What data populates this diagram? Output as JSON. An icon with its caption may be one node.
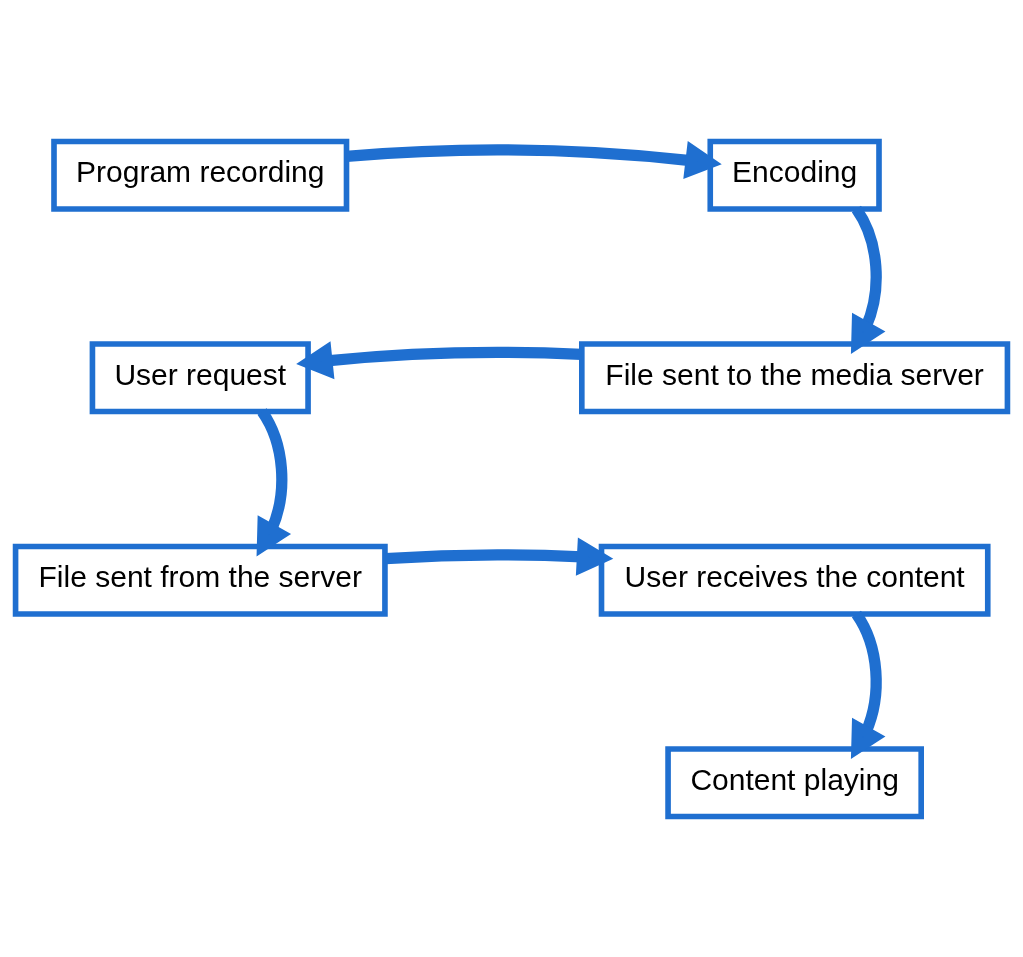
{
  "diagram": {
    "nodes": [
      {
        "text": [
          "Program recording"
        ]
      },
      {
        "text": [
          "Encoding"
        ]
      },
      {
        "text": [
          "File sent to the media server"
        ]
      },
      {
        "text": [
          "User request"
        ]
      },
      {
        "text": [
          "File sent from the server"
        ]
      },
      {
        "text": [
          "User receives the content"
        ]
      },
      {
        "text": [
          "Content playing"
        ]
      }
    ],
    "edges": [
      {
        "from": 0,
        "to": 1,
        "arrow": "to"
      },
      {
        "from": 1,
        "to": 2,
        "arrow": "to"
      },
      {
        "from": 2,
        "to": 3,
        "arrow": "to"
      },
      {
        "from": 3,
        "to": 4,
        "arrow": "to"
      },
      {
        "from": 4,
        "to": 5,
        "arrow": "to"
      },
      {
        "from": 5,
        "to": 6,
        "arrow": "to"
      }
    ]
  }
}
